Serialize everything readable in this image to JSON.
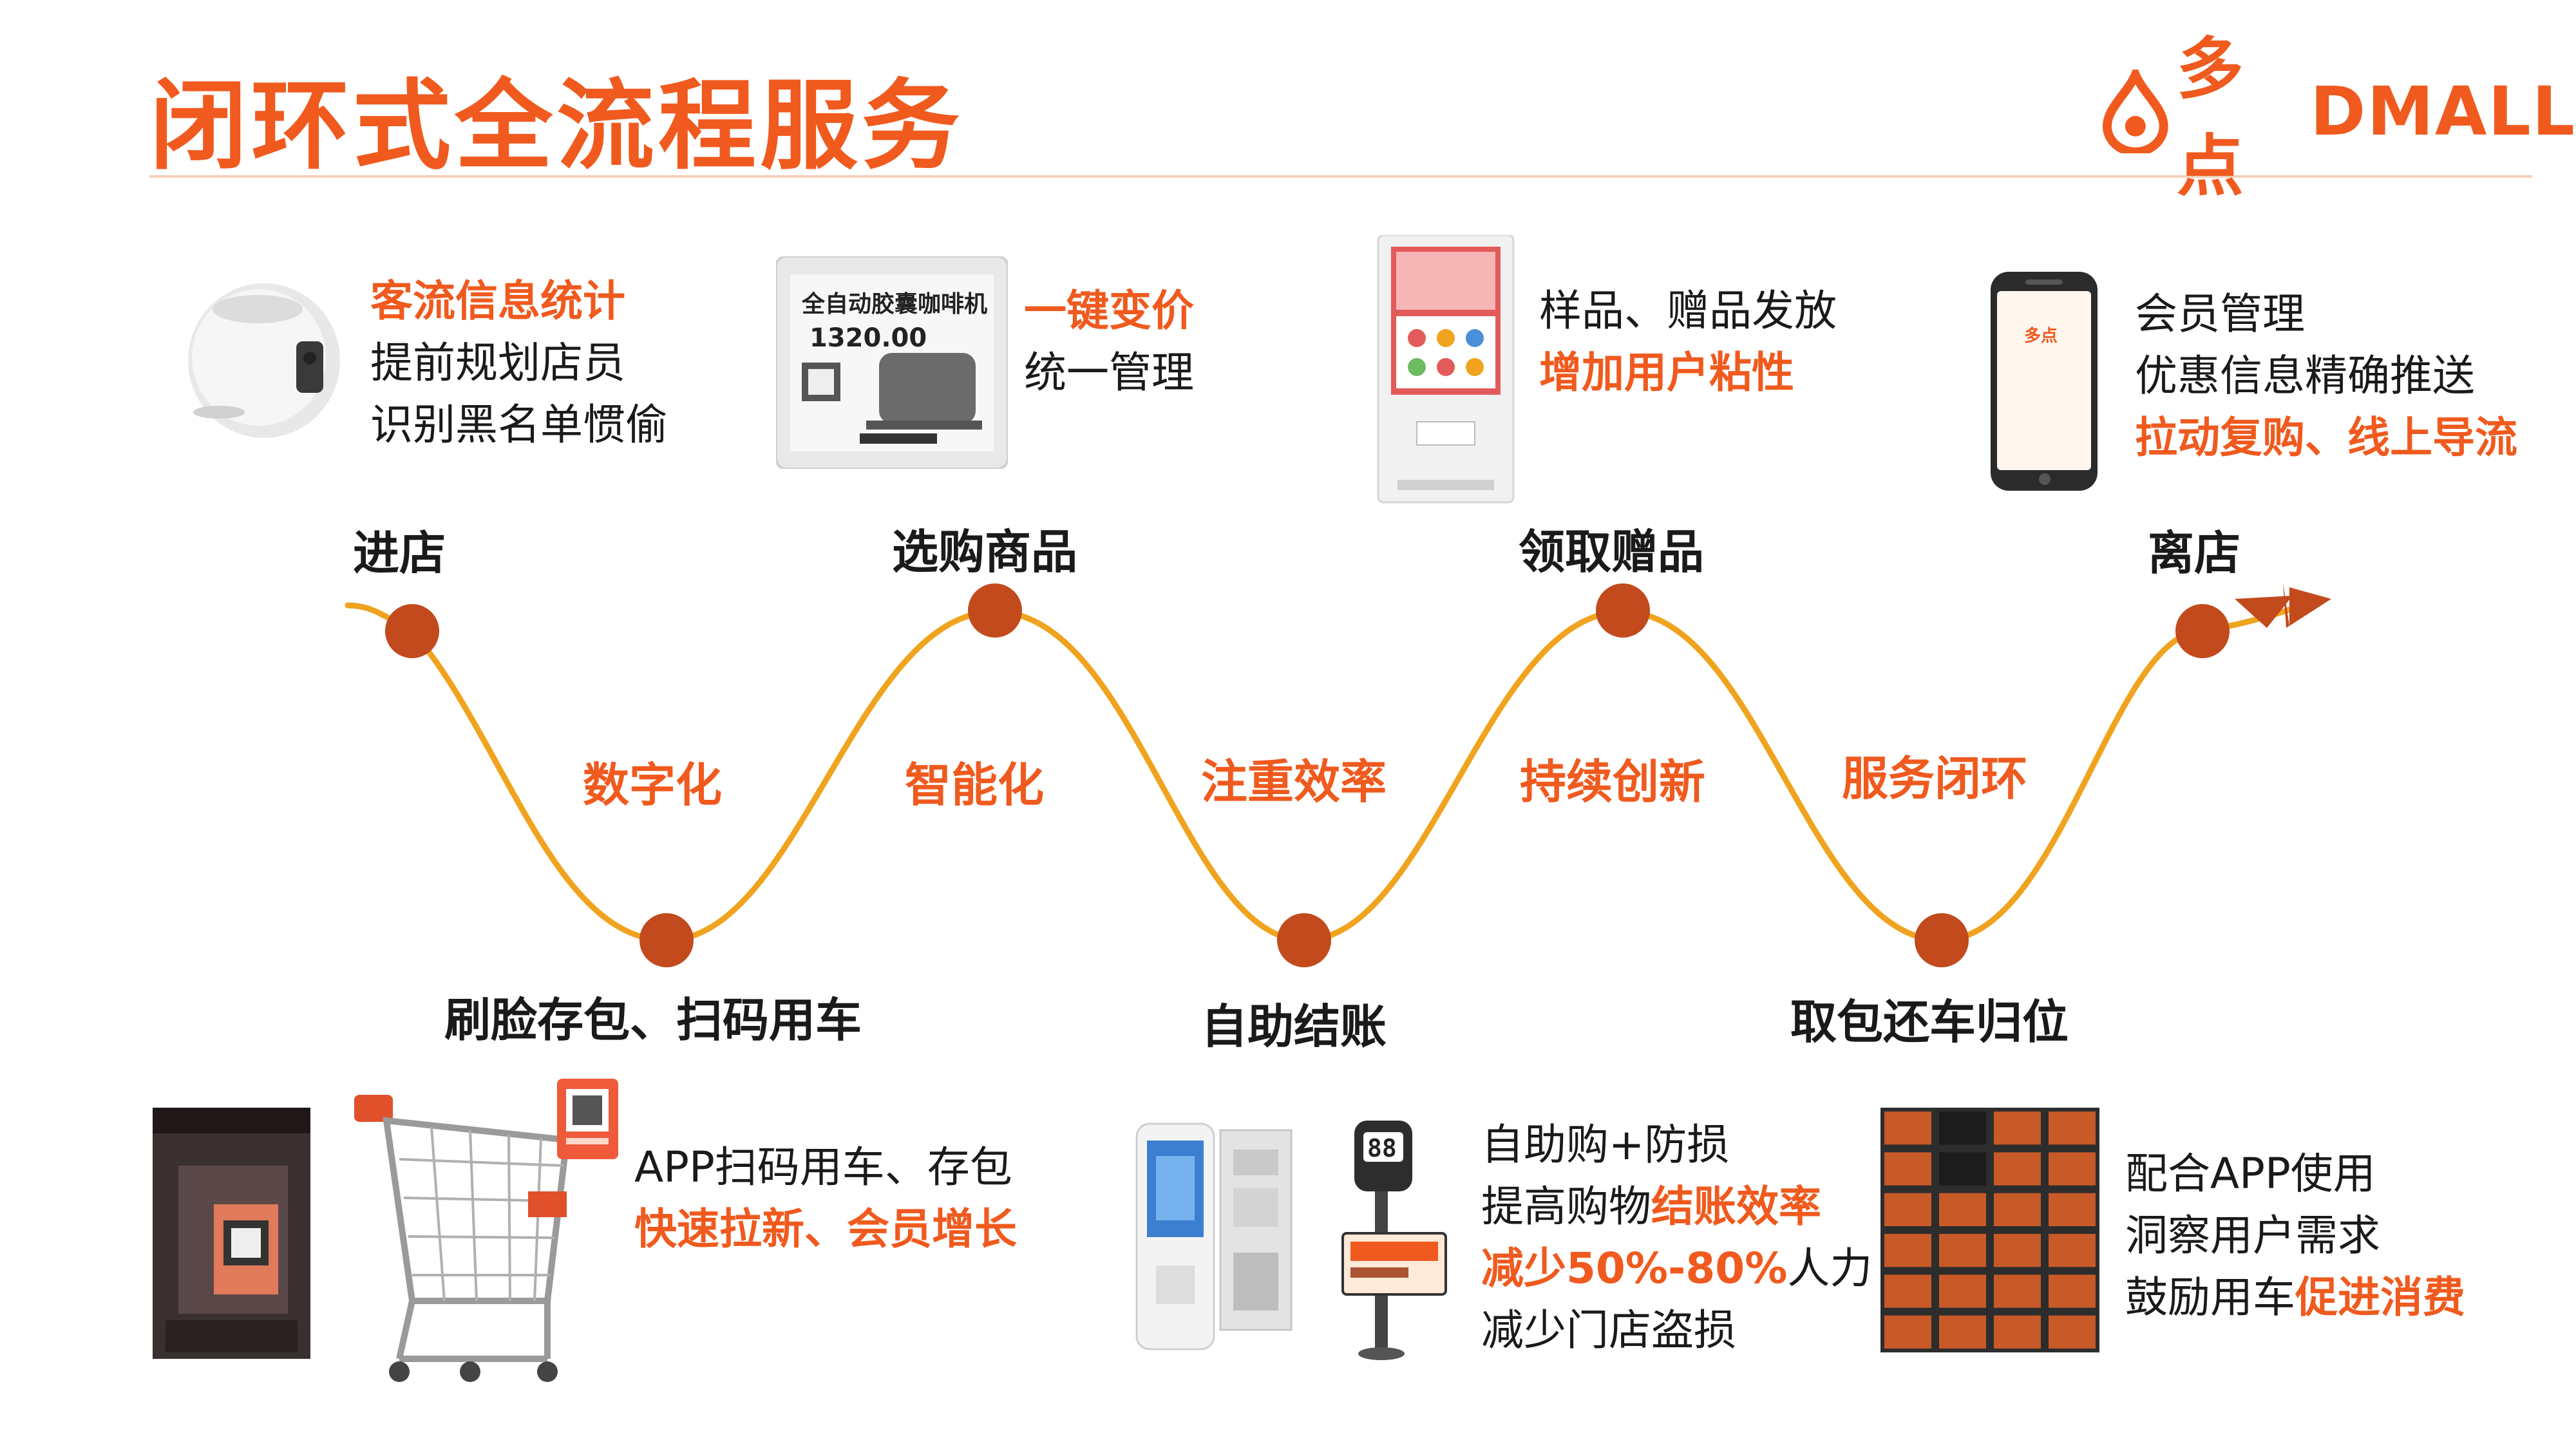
{
  "title": "闭环式全流程服务",
  "logo": {
    "cn": "多点",
    "en": "DMALL"
  },
  "colors": {
    "accent": "#f05a1e",
    "curve": "#f0a31e",
    "node": "#c24a1c",
    "rule": "#f4d0b8"
  },
  "stages": {
    "enter": "进店",
    "select": "选购商品",
    "gift": "领取赠品",
    "leave": "离店",
    "face": "刷脸存包、扫码用车",
    "checkout": "自助结账",
    "return": "取包还车归位"
  },
  "themes": {
    "digital": "数字化",
    "smart": "智能化",
    "efficiency": "注重效率",
    "innovation": "持续创新",
    "loop": "服务闭环"
  },
  "descriptions": {
    "traffic": {
      "line1": "客流信息统计",
      "line2": "提前规划店员",
      "line3": "识别黑名单惯偷"
    },
    "price": {
      "line1": "一键变价",
      "line2": "统一管理"
    },
    "gift": {
      "line1": "样品、赠品发放",
      "line2": "增加用户粘性"
    },
    "member": {
      "line1": "会员管理",
      "line2": "优惠信息精确推送",
      "line3": "拉动复购、线上导流"
    },
    "app": {
      "line1": "APP扫码用车、存包",
      "line2": "快速拉新、会员增长"
    },
    "selfservice": {
      "line1": "自助购+防损",
      "line2a": "提高购物",
      "line2b": "结账效率",
      "line3a": "减少50%-80%",
      "line3b": "人力",
      "line4": "减少门店盗损"
    },
    "locker": {
      "line1": "配合APP使用",
      "line2": "洞察用户需求",
      "line3a": "鼓励用车",
      "line3b": "促进消费"
    }
  },
  "images": {
    "price_tag": {
      "line1": "全自动胶囊咖啡机",
      "line2": "1320.00"
    },
    "scale_display": "88",
    "phone_logo": "多点"
  }
}
